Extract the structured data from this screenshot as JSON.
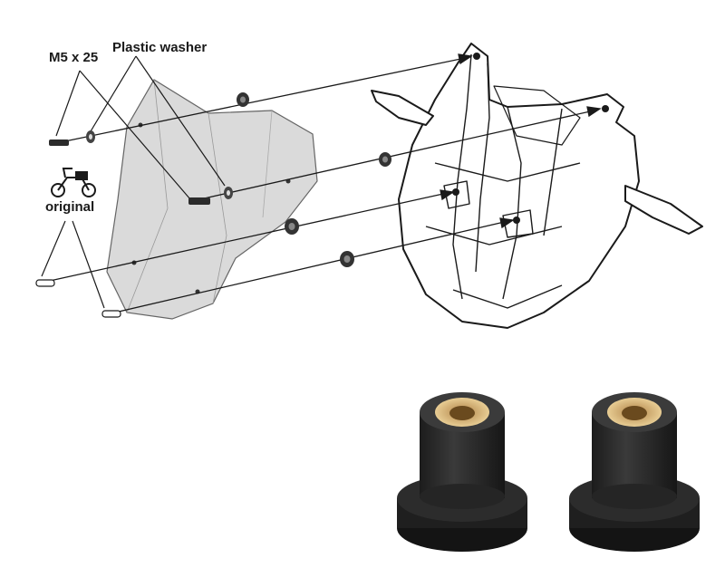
{
  "labels": {
    "screw_size": "M5 x 25",
    "washer": "Plastic washer",
    "original": "original"
  },
  "colors": {
    "line": "#1a1a1a",
    "shield": "#d4d4d4",
    "rubber": "#2b2b2b",
    "brass": "#c9a46a"
  },
  "icons": [
    "motorcycle-icon"
  ]
}
